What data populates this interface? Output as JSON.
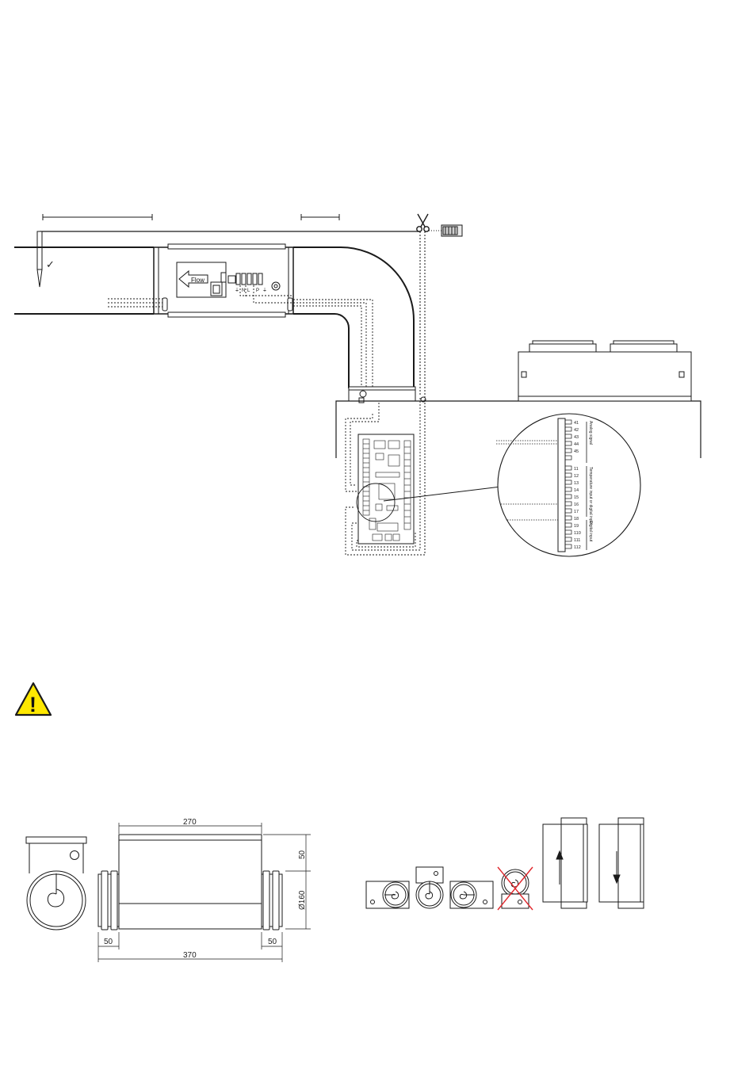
{
  "install": {
    "flow_label": "Flow",
    "check_mark": "✓",
    "terminal_marks": [
      "⏚",
      "N",
      "L",
      "P",
      "⏚"
    ]
  },
  "zoom": {
    "terminals": [
      "41",
      "42",
      "43",
      "44",
      "45",
      "",
      "11",
      "12",
      "13",
      "14",
      "15",
      "16",
      "17",
      "18",
      "19",
      "110",
      "111",
      "112"
    ],
    "group_labels": [
      "Analog signal",
      "Temperature input or digital input",
      "Digital input"
    ]
  },
  "warning": {
    "symbol": "!",
    "color": "#ffe800"
  },
  "dimensions": {
    "top_length": "270",
    "spigot_left": "50",
    "spigot_right": "50",
    "overall_length": "370",
    "box_height": "50",
    "diameter": "Ø160"
  },
  "orientation": {
    "forbidden_color": "#e0262b"
  }
}
